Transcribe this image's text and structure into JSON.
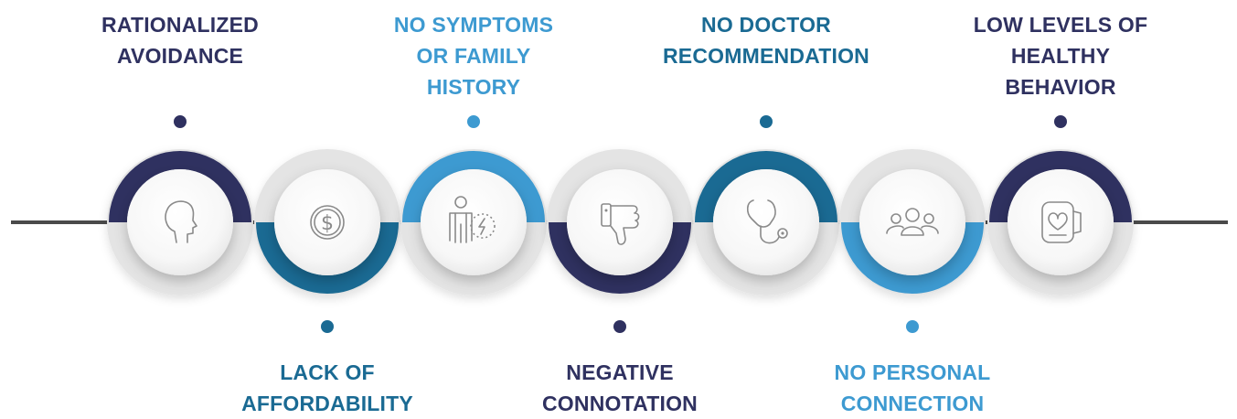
{
  "colors": {
    "navy": "#2f3160",
    "teal": "#1a6a93",
    "sky": "#3d9ad1",
    "line": "#4a4a4a"
  },
  "items": [
    {
      "label": "RATIONALIZED\nAVOIDANCE",
      "position": "top",
      "color": "navy",
      "icon": "head-icon"
    },
    {
      "label": "LACK OF\nAFFORDABILITY",
      "position": "bottom",
      "color": "teal",
      "icon": "dollar-coin-icon"
    },
    {
      "label": "NO SYMPTOMS\nOR FAMILY\nHISTORY",
      "position": "top",
      "color": "sky",
      "icon": "person-pulse-icon"
    },
    {
      "label": "NEGATIVE\nCONNOTATION",
      "position": "bottom",
      "color": "navy",
      "icon": "thumbs-down-icon"
    },
    {
      "label": "NO DOCTOR\nRECOMMENDATION",
      "position": "top",
      "color": "teal",
      "icon": "stethoscope-icon"
    },
    {
      "label": "NO PERSONAL\nCONNECTION",
      "position": "bottom",
      "color": "sky",
      "icon": "people-group-icon"
    },
    {
      "label": "LOW LEVELS OF\nHEALTHY\nBEHAVIOR",
      "position": "top",
      "color": "navy",
      "icon": "fitness-watch-icon"
    }
  ]
}
